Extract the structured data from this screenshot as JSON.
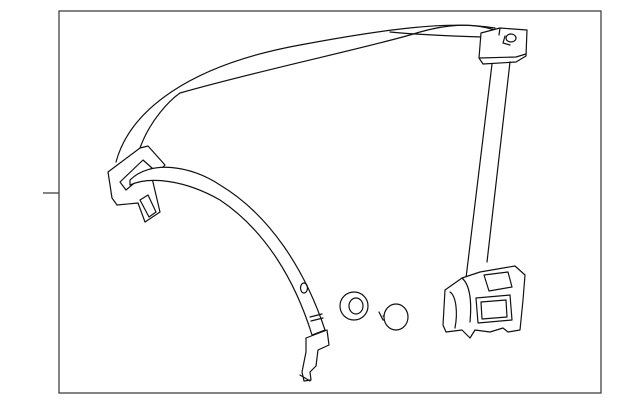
{
  "diagram": {
    "colors": {
      "line": "#111111",
      "background": "#ffffff",
      "frame": "#333333"
    },
    "parts": [
      "seat-belt-webbing",
      "upper-guide",
      "latch-tongue",
      "retractor",
      "grommet",
      "push-pin-clip",
      "lower-anchor"
    ]
  }
}
